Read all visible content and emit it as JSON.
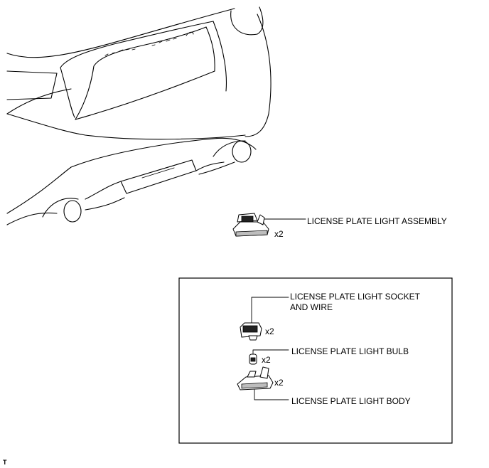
{
  "labels": {
    "assembly": "LICENSE PLATE LIGHT ASSEMBLY",
    "socket_line1": "LICENSE PLATE LIGHT SOCKET",
    "socket_line2": "AND WIRE",
    "bulb": "LICENSE PLATE LIGHT BULB",
    "body": "LICENSE PLATE LIGHT BODY"
  },
  "quantities": {
    "assembly": "x2",
    "socket": "x2",
    "bulb": "x2",
    "body": "x2"
  },
  "corner_mark": "T"
}
